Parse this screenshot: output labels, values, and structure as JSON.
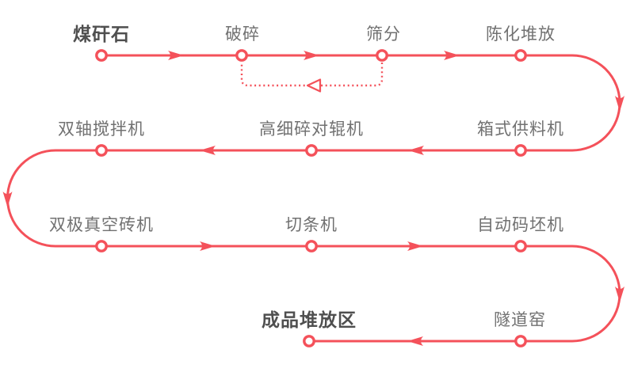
{
  "diagram": {
    "type": "process-flow",
    "colors": {
      "accent": "#f4515a",
      "label_text": "#717171",
      "emphasis_text": "#4f4f4f",
      "background": "#ffffff"
    },
    "nodes": [
      {
        "label": "煤矸石",
        "emphasis": true
      },
      {
        "label": "破碎",
        "emphasis": false
      },
      {
        "label": "筛分",
        "emphasis": false
      },
      {
        "label": "陈化堆放",
        "emphasis": false
      },
      {
        "label": "箱式供料机",
        "emphasis": false
      },
      {
        "label": "高细碎对辊机",
        "emphasis": false
      },
      {
        "label": "双轴搅拌机",
        "emphasis": false
      },
      {
        "label": "双极真空砖机",
        "emphasis": false
      },
      {
        "label": "切条机",
        "emphasis": false
      },
      {
        "label": "自动码坯机",
        "emphasis": false
      },
      {
        "label": "隧道窑",
        "emphasis": false
      },
      {
        "label": "成品堆放区",
        "emphasis": true
      }
    ],
    "flow_order": [
      "煤矸石",
      "破碎",
      "筛分",
      "陈化堆放",
      "箱式供料机",
      "高细碎对辊机",
      "双轴搅拌机",
      "双极真空砖机",
      "切条机",
      "自动码坯机",
      "隧道窑",
      "成品堆放区"
    ],
    "recycle_loop": {
      "from": "筛分",
      "to": "破碎",
      "style": "dotted"
    }
  }
}
